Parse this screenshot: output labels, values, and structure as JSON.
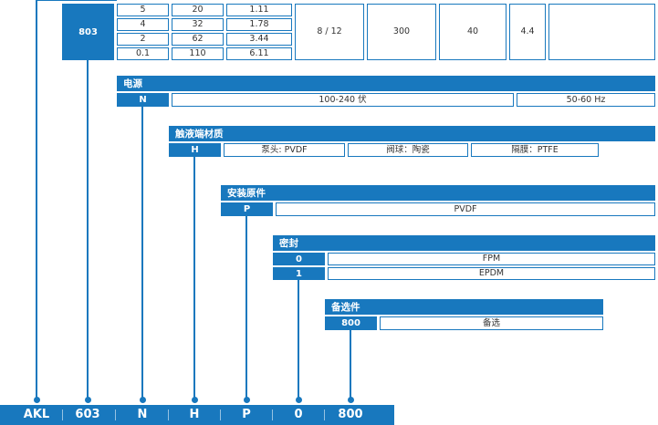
{
  "colors": {
    "primary": "#1878BE",
    "cell_text": "#333333"
  },
  "pump_table": {
    "code": "803",
    "rows": [
      [
        "5",
        "20",
        "1.11"
      ],
      [
        "4",
        "32",
        "1.78"
      ],
      [
        "2",
        "62",
        "3.44"
      ],
      [
        "0.1",
        "110",
        "6.11"
      ]
    ],
    "merged": [
      "8 / 12",
      "300",
      "40",
      "4.4",
      ""
    ]
  },
  "power": {
    "title": "电源",
    "code": "N",
    "voltage": "100-240 伏",
    "frequency": "50-60 Hz"
  },
  "wetted": {
    "title": "触液端材质",
    "code": "H",
    "pump_head": "泵头: PVDF",
    "valve_ball": "阀球：陶瓷",
    "diaphragm": "隔膜：PTFE"
  },
  "mounting": {
    "title": "安装原件",
    "code": "P",
    "material": "PVDF"
  },
  "seal": {
    "title": "密封",
    "options": [
      {
        "code": "0",
        "value": "FPM"
      },
      {
        "code": "1",
        "value": "EPDM"
      }
    ]
  },
  "accessories": {
    "title": "备选件",
    "code": "800",
    "value": "备选"
  },
  "identity_bar": {
    "items": [
      "AKL",
      "603",
      "N",
      "H",
      "P",
      "0",
      "800"
    ]
  }
}
